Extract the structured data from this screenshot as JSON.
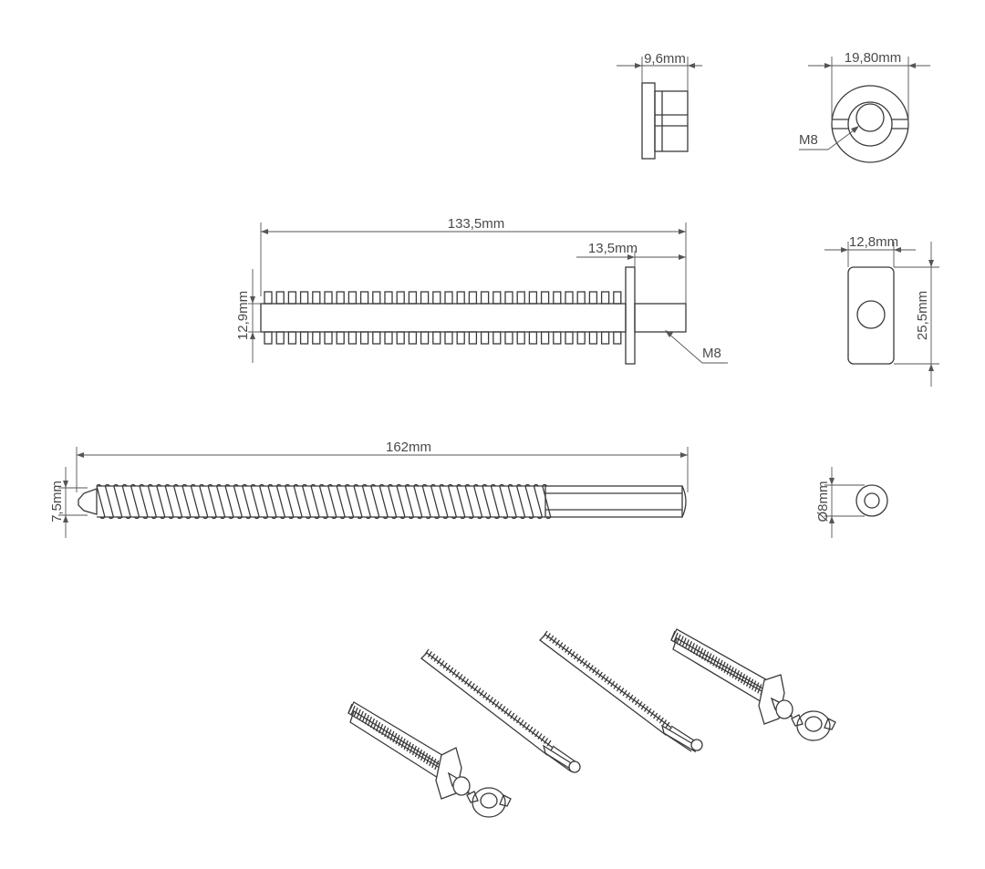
{
  "dimensions": {
    "washer_thickness": "9,6mm",
    "washer_diameter": "19,80mm",
    "washer_thread": "M8",
    "bolt_length": "133,5mm",
    "bolt_spigot_length": "13,5mm",
    "bolt_core_height": "12,9mm",
    "bolt_thread": "M8",
    "plate_width": "12,8mm",
    "plate_height": "25,5mm",
    "screw_length": "162mm",
    "screw_height": "7,5mm",
    "screw_diameter": "Ø8mm"
  }
}
